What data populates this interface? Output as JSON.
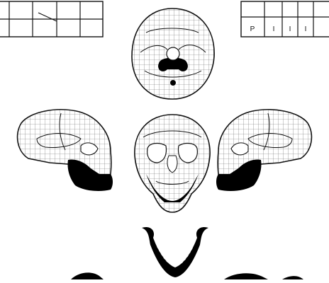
{
  "colors": {
    "ink": "#111111",
    "grid": "#666666",
    "fill_dark": "#000000",
    "paper": "#ffffff"
  },
  "legend_right": {
    "cells": [
      "P",
      "I",
      "I",
      "I"
    ]
  },
  "views": [
    {
      "name": "skull-base-view"
    },
    {
      "name": "skull-left-lateral-view"
    },
    {
      "name": "skull-frontal-view"
    },
    {
      "name": "skull-right-lateral-view"
    },
    {
      "name": "mandible-occlusal-view"
    }
  ]
}
